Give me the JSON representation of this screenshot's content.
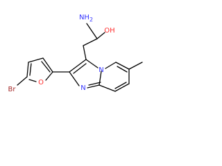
{
  "molecule": {
    "colors": {
      "bond": "#000000",
      "carbon": "#000000",
      "nitrogen": "#3333ff",
      "oxygen": "#ff2d2d",
      "bromine": "#a52a2a"
    },
    "atoms": {
      "amide_nitrogen": "NH2",
      "amide_oxygen": "OH",
      "ring_nitrogen_bridgehead": "N",
      "ring_nitrogen_imidazole": "N",
      "furan_oxygen": "O",
      "bromine": "Br"
    }
  }
}
